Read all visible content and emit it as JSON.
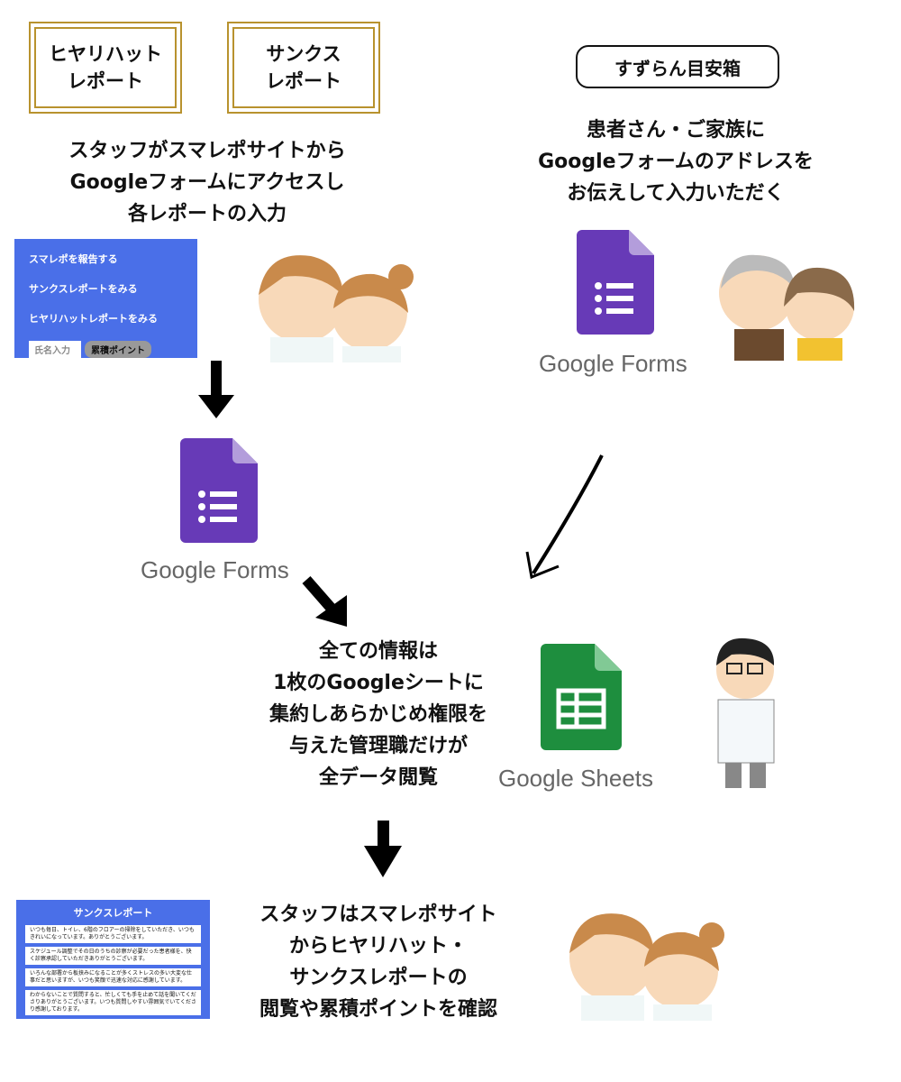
{
  "boxes": {
    "hiyari": "ヒヤリハット\nレポート",
    "thanks": "サンクス\nレポート",
    "suzuran": "すずらん目安箱"
  },
  "texts": {
    "staff_input": "スタッフがスマレポサイトから\nGoogleフォームにアクセスし\n各レポートの入力",
    "patient_input": "患者さん・ご家族に\nGoogleフォームのアドレスを\nお伝えして入力いただく",
    "aggregate": "全ての情報は\n1枚のGoogleシートに\n集約しあらかじめ権限を\n与えた管理職だけが\n全データ閲覧",
    "staff_view": "スタッフはスマレポサイト\nからヒヤリハット・\nサンクスレポートの\n閲覧や累積ポイントを確認"
  },
  "site": {
    "links": [
      "スマレポを報告する",
      "サンクスレポートをみる",
      "ヒヤリハットレポートをみる"
    ],
    "name_placeholder": "氏名入力",
    "points_button": "累積ポイント"
  },
  "thanks_page": {
    "title": "サンクスレポート",
    "cards": [
      "いつも毎日、トイレ、6階のフロアーの掃除をしていただき、いつもきれいになっています。ありがとうございます。",
      "スケジュール調整でその日のうちの診察が必要だった患者様を、快く診察承認していただきありがとうございます。",
      "いろんな部署から板挟みになることが多くストレスの多い大変な仕事だと思いますが、いつも笑顔で迅速な対応に感謝しています。",
      "わからないことで質問すると、忙しくても手を止めて話を聞いてくださりありがとうございます。いつも質問しやすい雰囲気でいてくださり感謝しております。"
    ]
  },
  "logos": {
    "forms": "Google Forms",
    "sheets": "Google Sheets"
  },
  "colors": {
    "gold": "#b8922e",
    "blue": "#4a6fe8",
    "forms": "#673ab7",
    "sheets": "#1e8e3e"
  }
}
